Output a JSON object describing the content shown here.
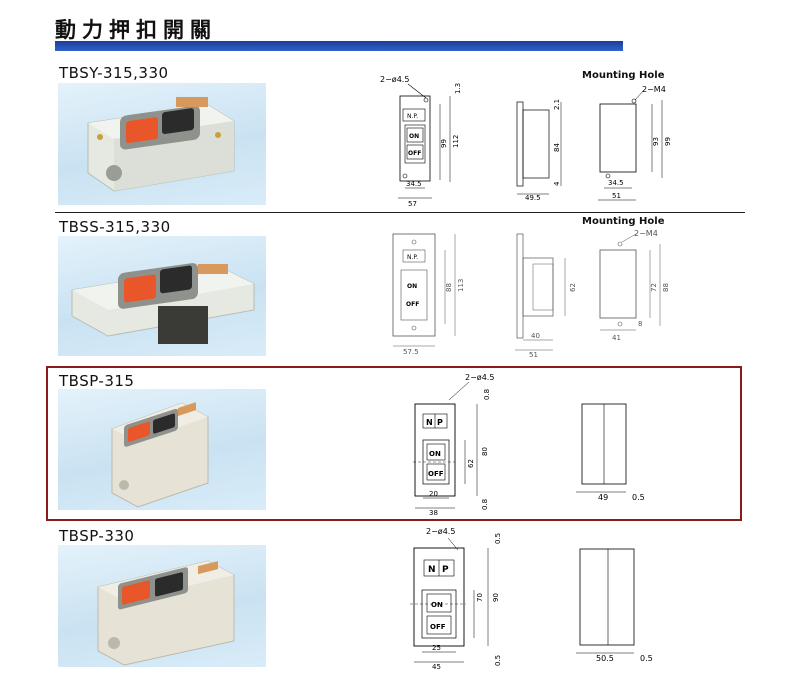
{
  "page": {
    "title": "動力押扣開關"
  },
  "common": {
    "on": "ON",
    "off": "OFF",
    "np": "N.P.",
    "n": "N",
    "p": "P",
    "mounting_hole": "Mounting Hole"
  },
  "models": [
    {
      "name": "TBSY-315,330",
      "dims": {
        "hole": "2−ø4.5",
        "top": "1.3",
        "h1": "99",
        "h2": "112",
        "w_inner": "34.5",
        "w_outer": "57",
        "side_top": "2.1",
        "side_mid": "84",
        "side_bot": "4",
        "side_w": "49.5",
        "mh_hole": "2−M4",
        "mh_h1": "93",
        "mh_h2": "99",
        "mh_w1": "34.5",
        "mh_w2": "51"
      }
    },
    {
      "name": "TBSS-315,330",
      "dims": {
        "h1": "88",
        "h2": "113",
        "w": "57.5",
        "side_h": "62",
        "side_w1": "40",
        "side_w2": "51",
        "mh_hole": "2−M4",
        "mh_h1": "72",
        "mh_h2": "88",
        "mh_bot": "8",
        "mh_w": "41"
      }
    },
    {
      "name": "TBSP-315",
      "dims": {
        "hole": "2−ø4.5",
        "top": "0.8",
        "h_inner": "62",
        "h_outer": "80",
        "bot": "0.8",
        "w_inner": "20",
        "w_outer": "38",
        "side_w": "49",
        "side_gap": "0.5"
      }
    },
    {
      "name": "TBSP-330",
      "dims": {
        "hole": "2−ø4.5",
        "top": "0.5",
        "h_outer": "90",
        "h_inner": "70",
        "bot": "0.5",
        "w_inner": "25",
        "w_outer": "45",
        "side_w": "50.5",
        "side_gap": "0.5"
      }
    }
  ]
}
